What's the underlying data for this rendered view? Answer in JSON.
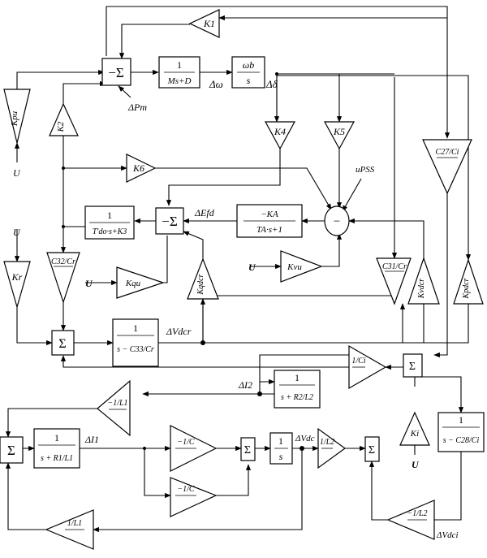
{
  "blocks": {
    "gen_inertia": {
      "num": "1",
      "den": "Ms+D"
    },
    "integrator_wb": {
      "num": "ωb",
      "den": "s"
    },
    "field_tc": {
      "num": "1",
      "den": "T′do·s+K3"
    },
    "exciter": {
      "num": "−KA",
      "den": "TA·s+1"
    },
    "dc_rect": {
      "num": "1",
      "den": "s − C33/Cr"
    },
    "inv_loop": {
      "num": "1",
      "den": "s + R2/L2"
    },
    "ci_block": {
      "num": "1",
      "den": "s − C28/Ci"
    },
    "line1": {
      "num": "1",
      "den": "s + R1/L1"
    },
    "cap_int": {
      "num": "1",
      "den": "s"
    }
  },
  "gains": {
    "k1": "K1",
    "kpu": "Kpu",
    "k2": "K2",
    "k4": "K4",
    "k5": "K5",
    "k6": "K6",
    "c27": "C27/Ci",
    "kr": "Kr",
    "c32": "C32/Cr",
    "kqu": "Kqu",
    "kqdcr": "Kqdcr",
    "kvu": "Kvu",
    "c31": "C31/Cr",
    "kvdcr": "Kvdcr",
    "kpdcr": "Kpdcr",
    "inv_ci": "1/Ci",
    "neg_inv_l1": "−1/L1",
    "ki": "Ki",
    "neg_inv_c_a": "−1/C",
    "neg_inv_c_b": "−1/C",
    "inv_l2": "1/L2",
    "inv_l1": "1/L1",
    "neg_inv_l2": "−1/L2"
  },
  "sums": {
    "torque": "−Σ",
    "field": "−Σ",
    "exciter": "−",
    "rect": "Σ",
    "ci": "Σ",
    "line1": "Σ",
    "cap": "Σ",
    "l2": "Σ"
  },
  "signals": {
    "domega": "Δω",
    "ddelta": "Δδ",
    "dpm": "ΔPm",
    "defd": "ΔEfd",
    "upss": "uPSS",
    "u_kpu": "U",
    "u_kr": "U",
    "u_kqu": "U",
    "u_kvu": "U",
    "u_ki": "U",
    "dvdcr": "ΔVdcr",
    "di2": "ΔI2",
    "di1": "ΔI1",
    "dvdc": "ΔVdc",
    "dvdci": "ΔVdci"
  }
}
